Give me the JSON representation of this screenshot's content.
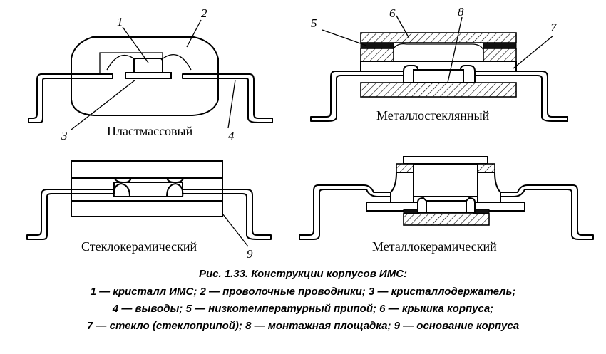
{
  "figure": {
    "labels": {
      "n1": "1",
      "n2": "2",
      "n3": "3",
      "n4": "4",
      "n5": "5",
      "n6": "6",
      "n7": "7",
      "n8": "8",
      "n9": "9"
    },
    "packages": {
      "plastic": "Пластмассовый",
      "metal_glass": "Металлостеклянный",
      "glass_ceramic": "Стеклокерамический",
      "metal_ceramic": "Металлокерамический"
    }
  },
  "caption": {
    "title": "Рис. 1.33. Конструкции корпусов ИМС:",
    "lines": [
      "1 — кристалл ИМС; 2 — проволочные проводники; 3 — кристаллодержатель;",
      "4 — выводы; 5 — низкотемпературный припой; 6 — крышка корпуса;",
      "7 — стекло (стеклоприпой); 8 — монтажная площадка; 9 — основание корпуса"
    ]
  }
}
